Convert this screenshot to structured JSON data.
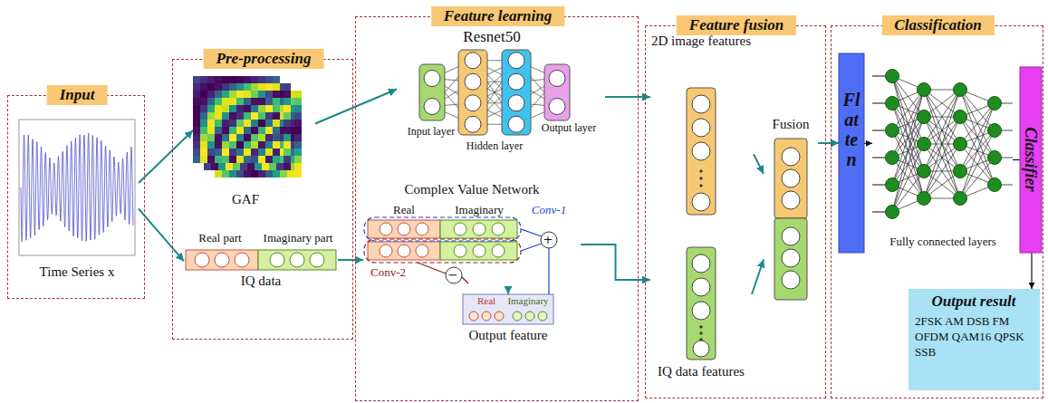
{
  "diagram": {
    "nodes": [
      {
        "text": [
          "Input"
        ]
      },
      {
        "text": [
          "Time Series x"
        ],
        "in": 0
      },
      {
        "text": [
          "Pre-processing"
        ]
      },
      {
        "text": [
          "GAF"
        ],
        "in": 2
      },
      {
        "text": [
          "Real part",
          "Imaginary part",
          "IQ data"
        ],
        "in": 2
      },
      {
        "text": [
          "Feature learning"
        ]
      },
      {
        "text": [
          "Resnet50",
          "Input layer",
          "Hidden layer",
          "Output layer"
        ],
        "in": 5
      },
      {
        "text": [
          "Complex Value Network",
          "Conv-1",
          "Real",
          "Imaginary",
          "Conv-2"
        ],
        "in": 5
      },
      {
        "text": [
          "Real",
          "Imaginary",
          "Output feature"
        ],
        "in": 5
      },
      {
        "text": [
          "Feature fusion"
        ]
      },
      {
        "text": [
          "2D image features"
        ],
        "in": 9
      },
      {
        "text": [
          "IQ data features"
        ],
        "in": 9
      },
      {
        "text": [
          "Fusion"
        ],
        "in": 9
      },
      {
        "text": [
          "Classification"
        ]
      },
      {
        "text": [
          "Flatten"
        ],
        "in": 13
      },
      {
        "text": [
          "Fully connected layers"
        ],
        "in": 13
      },
      {
        "text": [
          "Classifier"
        ],
        "in": 13
      },
      {
        "text": [
          "Output result",
          "2FSK AM DSB FM OFDM QAM16 QPSK SSB"
        ],
        "in": 13
      }
    ],
    "edges": [
      {
        "from": 1,
        "to": 3,
        "arrow": "to"
      },
      {
        "from": 1,
        "to": 4,
        "arrow": "to"
      },
      {
        "from": 3,
        "to": 6,
        "arrow": "to"
      },
      {
        "from": 4,
        "to": 7,
        "arrow": "to"
      },
      {
        "from": 7,
        "to": 8,
        "arrow": "to"
      },
      {
        "from": 6,
        "to": 10,
        "arrow": "to"
      },
      {
        "from": 7,
        "to": 11,
        "arrow": "to"
      },
      {
        "from": 10,
        "to": 12,
        "arrow": "to"
      },
      {
        "from": 11,
        "to": 12,
        "arrow": "to"
      },
      {
        "from": 12,
        "to": 14,
        "arrow": "to"
      },
      {
        "from": 14,
        "to": 15,
        "arrow": "to"
      },
      {
        "from": 15,
        "to": 16,
        "arrow": "none"
      },
      {
        "from": 16,
        "to": 17,
        "arrow": "to"
      }
    ],
    "labels": [
      "+",
      "−"
    ]
  }
}
